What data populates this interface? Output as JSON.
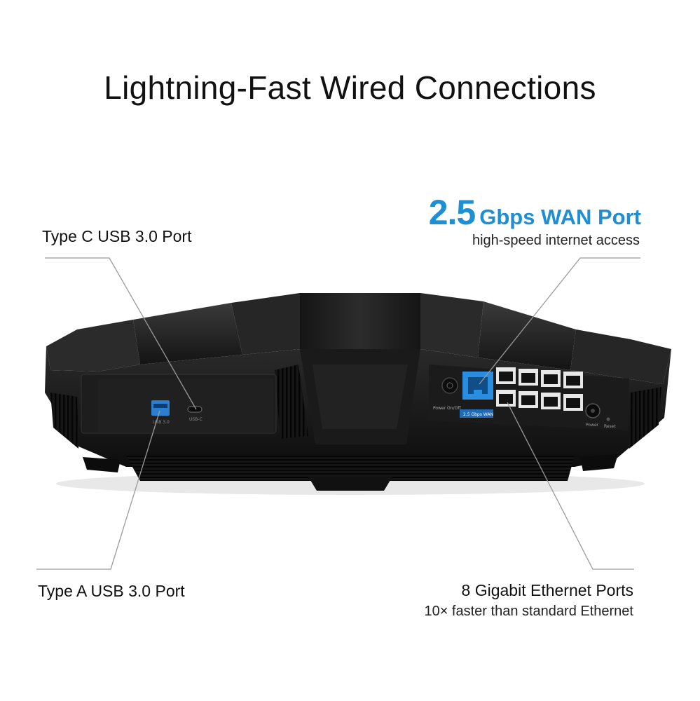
{
  "heading": "Lightning-Fast Wired Connections",
  "wan": {
    "speed": "2.5",
    "label": "Gbps WAN Port",
    "subtitle": "high-speed internet access"
  },
  "callouts": {
    "type_c": "Type C USB 3.0 Port",
    "type_a": "Type A USB 3.0 Port",
    "ethernet_title": "8 Gigabit Ethernet Ports",
    "ethernet_sub": "10× faster than standard Ethernet"
  },
  "device_labels": {
    "usb30": "USB 3.0",
    "usbc": "USB-C",
    "power": "Power On/Off",
    "wan_port": "2.5 Gbps WAN",
    "power_in": "Power",
    "reset": "Reset"
  },
  "colors": {
    "accent": "#1e8fd4",
    "device": "#1b1b1b",
    "usb_blue": "#2a7fd1"
  }
}
